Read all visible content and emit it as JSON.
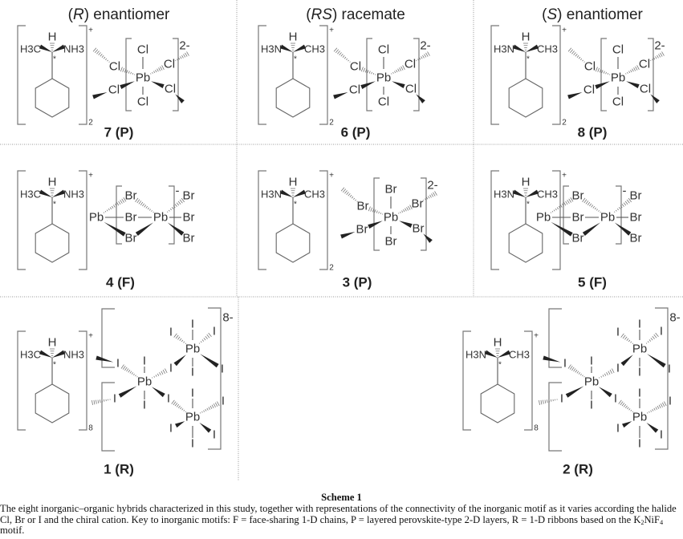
{
  "headers": [
    {
      "pre": "(",
      "italic": "R",
      "post": ") enantiomer"
    },
    {
      "pre": "(",
      "italic": "RS",
      "post": ") racemate"
    },
    {
      "pre": "(",
      "italic": "S",
      "post": ") enantiomer"
    }
  ],
  "compounds": [
    {
      "id": "7",
      "label": "7 (P)",
      "metal": "Pb",
      "halide": "Cl",
      "anion_type": "octahedral",
      "anion_charge": "2-",
      "cation": {
        "left": "H3C",
        "right": "NH3",
        "top": "H",
        "star": "*",
        "charge": "+",
        "count": "2"
      }
    },
    {
      "id": "6",
      "label": "6 (P)",
      "metal": "Pb",
      "halide": "Cl",
      "anion_type": "octahedral",
      "anion_charge": "2-",
      "cation": {
        "left": "H3N",
        "right": "CH3",
        "top": "H",
        "star": "*",
        "charge": "+",
        "count": "2"
      }
    },
    {
      "id": "8",
      "label": "8 (P)",
      "metal": "Pb",
      "halide": "Cl",
      "anion_type": "octahedral",
      "anion_charge": "2-",
      "cation": {
        "left": "H3N",
        "right": "CH3",
        "top": "H",
        "star": "*",
        "charge": "+",
        "count": "2"
      }
    },
    {
      "id": "4",
      "label": "4 (F)",
      "metal": "Pb",
      "halide": "Br",
      "anion_type": "face-sharing",
      "anion_charge": "-",
      "cation": {
        "left": "H3C",
        "right": "NH3",
        "top": "H",
        "star": "*",
        "charge": "+",
        "count": ""
      }
    },
    {
      "id": "3",
      "label": "3 (P)",
      "metal": "Pb",
      "halide": "Br",
      "anion_type": "octahedral",
      "anion_charge": "2-",
      "cation": {
        "left": "H3N",
        "right": "CH3",
        "top": "H",
        "star": "*",
        "charge": "+",
        "count": "2"
      }
    },
    {
      "id": "5",
      "label": "5 (F)",
      "metal": "Pb",
      "halide": "Br",
      "anion_type": "face-sharing",
      "anion_charge": "-",
      "cation": {
        "left": "H3N",
        "right": "CH3",
        "top": "H",
        "star": "*",
        "charge": "+",
        "count": ""
      }
    },
    {
      "id": "1",
      "label": "1 (R)",
      "metal": "Pb",
      "halide": "I",
      "anion_type": "ribbon",
      "anion_charge": "8-",
      "cation": {
        "left": "H3C",
        "right": "NH3",
        "top": "H",
        "star": "*",
        "charge": "+",
        "count": "8"
      }
    },
    {
      "id": "2",
      "label": "2 (R)",
      "metal": "Pb",
      "halide": "I",
      "anion_type": "ribbon",
      "anion_charge": "8-",
      "cation": {
        "left": "H3N",
        "right": "CH3",
        "top": "H",
        "star": "*",
        "charge": "+",
        "count": "8"
      }
    }
  ],
  "caption": {
    "title": "Scheme 1",
    "text": "The eight inorganic–organic hybrids characterized in this study, together with representations of the connectivity of the inorganic motif as it varies according the halide Cl, Br or I and the chiral cation. Key to inorganic motifs: F = face-sharing 1-D chains, P = layered perovskite-type 2-D layers, R = 1-D ribbons based on the ",
    "formula": [
      "K",
      "2",
      "NiF",
      "4"
    ],
    "text_end": " motif."
  },
  "colors": {
    "ink": "#333333",
    "divider": "#9a9a9a",
    "bracket": "#777777"
  }
}
